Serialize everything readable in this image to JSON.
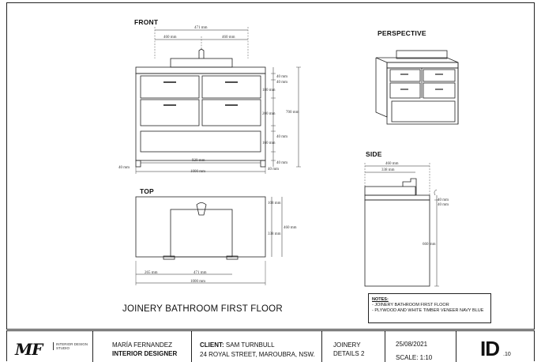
{
  "views": {
    "front": "FRONT",
    "perspective": "PERSPECTIVE",
    "side": "SIDE",
    "top": "TOP"
  },
  "drawing_title": "JOINERY BATHROOM FIRST FLOOR",
  "front_dims": {
    "tap_spacing": "471 mm",
    "left_offset": "460 mm",
    "right_offset": "460 mm",
    "d40a": "40 mm",
    "d40b": "40 mm",
    "d180": "180 mm",
    "d200": "200 mm",
    "d700": "700 mm",
    "d40c": "40 mm",
    "d160": "160 mm",
    "d40d": "40 mm",
    "inner_width": "920 mm",
    "overall_width": "1000 mm",
    "leg_left": "40 mm",
    "leg_right": "40 mm"
  },
  "top_dims": {
    "d108": "108 mm",
    "d460": "460 mm",
    "d338": "338 mm",
    "d265": "265 mm",
    "d471": "471 mm",
    "d1000": "1000 mm"
  },
  "side_dims": {
    "d460": "460 mm",
    "d338": "338 mm",
    "d40a": "40 mm",
    "d40b": "40 mm",
    "d660": "660 mm"
  },
  "notes": {
    "heading": "NOTES:",
    "line1": "- JOINERY BATHROOM FIRST FLOOR",
    "line2": "- PLYWOOD AND WHITE TIMBER VENEER NAVY BLUE"
  },
  "title_block": {
    "logo": "MF",
    "studio_line1": "INTERIOR DESIGN",
    "studio_line2": "STUDIO",
    "designer_name": "MARÍA FERNANDEZ",
    "designer_role": "INTERIOR DESIGNER",
    "client_label": "CLIENT:",
    "client_name": "SAM TURNBULL",
    "client_address": "24 ROYAL STREET, MAROUBRA, NSW.",
    "sheet_line1": "JOINERY",
    "sheet_line2": "DETAILS 2",
    "date": "25/08/2021",
    "scale": "SCALE: 1:10",
    "id_mark": "ID",
    "id_number": ".10"
  }
}
